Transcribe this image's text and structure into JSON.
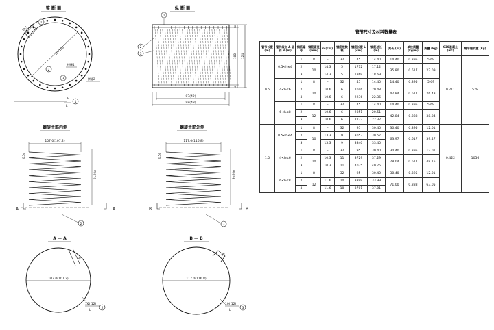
{
  "titles": {
    "plan": "整 断 面",
    "elevation": "纵 断 面",
    "inner_spiral": "螺旋主筋内侧",
    "outer_spiral": "螺旋主筋外侧",
    "table": "管节尺寸及材料数量表"
  },
  "plan": {
    "dim1": "22.5",
    "dim2": "2.5",
    "diameter": "D=100",
    "note": "拼缝1",
    "bottom_note": "拼缝2",
    "callouts": [
      "1",
      "2",
      "3",
      "B"
    ]
  },
  "elevation": {
    "callouts": [
      "1",
      "2",
      "3"
    ],
    "dim_inner": "92(42)",
    "dim_outer": "98(48)",
    "dims_right": [
      "12",
      "100",
      "124",
      "12"
    ]
  },
  "spirals": {
    "inner": {
      "width": "107.0(107.2)",
      "pitch": "0.5e",
      "height": "9=20e",
      "section": "A",
      "callout": "2"
    },
    "outer": {
      "width": "117.0(116.8)",
      "pitch": "0.5e",
      "height": "9=20e",
      "section": "B",
      "callout": "3"
    }
  },
  "sections": {
    "a": {
      "title": "A — A",
      "diameter": "107.0(107.2)",
      "overlap": "35",
      "label": "10( 12)",
      "sub": "L",
      "callout": "2"
    },
    "b": {
      "title": "B — B",
      "diameter": "117.0(116.8)",
      "overlap": "15",
      "label": "10( 12)",
      "sub": "L",
      "callout": "3"
    }
  },
  "table": {
    "headers": [
      "管节长度 (m)",
      "管节级别 A 级别 B (m)",
      "钢筋编号",
      "钢筋直径 (mm)",
      "n (cm)",
      "钢筋根数 根",
      "钢筋长度 L (cm)",
      "钢筋总长 (m)",
      "共长 (m)",
      "单位质量 (kg/m)",
      "质量 (kg)",
      "C30混凝土 (m³)",
      "每节管节重 (kg)"
    ],
    "groups": [
      {
        "length": "0.5",
        "concrete": "0.211",
        "weight": "528",
        "classes": [
          {
            "name": "0.5<h≤4",
            "rows": [
              {
                "no": "1",
                "dia": "8",
                "n": "–",
                "cnt": "32",
                "len": "45",
                "tot": "14.40"
              },
              {
                "no": "2",
                "dia": "10",
                "n": "14.3",
                "cnt": "5",
                "len": "1712",
                "tot": "17.12"
              },
              {
                "no": "3",
                "dia": "10",
                "n": "14.3",
                "cnt": "5",
                "len": "1869",
                "tot": "18.69"
              }
            ],
            "sums": [
              {
                "len": "14.40",
                "mass": "0.395",
                "kg": "5.69"
              },
              {
                "len": "35.80",
                "mass": "0.617",
                "kg": "22.09"
              }
            ]
          },
          {
            "name": "4<h≤6",
            "rows": [
              {
                "no": "1",
                "dia": "8",
                "n": "–",
                "cnt": "32",
                "len": "45",
                "tot": "14.40"
              },
              {
                "no": "2",
                "dia": "10",
                "n": "10.6",
                "cnt": "6",
                "len": "2046",
                "tot": "20.48"
              },
              {
                "no": "3",
                "dia": "10",
                "n": "10.6",
                "cnt": "6",
                "len": "2236",
                "tot": "22.36"
              }
            ],
            "sums": [
              {
                "len": "14.40",
                "mass": "0.395",
                "kg": "5.69"
              },
              {
                "len": "42.84",
                "mass": "0.617",
                "kg": "26.43"
              }
            ]
          },
          {
            "name": "6<h≤8",
            "rows": [
              {
                "no": "1",
                "dia": "8",
                "n": "–",
                "cnt": "32",
                "len": "45",
                "tot": "14.40"
              },
              {
                "no": "2",
                "dia": "12",
                "n": "10.6",
                "cnt": "6",
                "len": "2051",
                "tot": "20.51"
              },
              {
                "no": "3",
                "dia": "12",
                "n": "10.6",
                "cnt": "6",
                "len": "2232",
                "tot": "22.32"
              }
            ],
            "sums": [
              {
                "len": "14.40",
                "mass": "0.395",
                "kg": "5.69"
              },
              {
                "len": "42.84",
                "mass": "0.888",
                "kg": "38.04"
              }
            ]
          }
        ]
      },
      {
        "length": "1.0",
        "concrete": "0.422",
        "weight": "1056",
        "classes": [
          {
            "name": "0.5<h≤4",
            "rows": [
              {
                "no": "1",
                "dia": "8",
                "n": "–",
                "cnt": "32",
                "len": "95",
                "tot": "30.40"
              },
              {
                "no": "2",
                "dia": "10",
                "n": "13.3",
                "cnt": "9",
                "len": "3057",
                "tot": "30.57"
              },
              {
                "no": "3",
                "dia": "10",
                "n": "13.3",
                "cnt": "9",
                "len": "3340",
                "tot": "33.40"
              }
            ],
            "sums": [
              {
                "len": "30.40",
                "mass": "0.395",
                "kg": "12.01"
              },
              {
                "len": "63.97",
                "mass": "0.617",
                "kg": "39.47"
              }
            ]
          },
          {
            "name": "4<h≤6",
            "rows": [
              {
                "no": "1",
                "dia": "8",
                "n": "–",
                "cnt": "32",
                "len": "95",
                "tot": "30.40"
              },
              {
                "no": "2",
                "dia": "10",
                "n": "10.3",
                "cnt": "11",
                "len": "3729",
                "tot": "37.29"
              },
              {
                "no": "3",
                "dia": "10",
                "n": "10.3",
                "cnt": "11",
                "len": "4075",
                "tot": "40.75"
              }
            ],
            "sums": [
              {
                "len": "30.40",
                "mass": "0.395",
                "kg": "12.01"
              },
              {
                "len": "78.04",
                "mass": "0.617",
                "kg": "48.15"
              }
            ]
          },
          {
            "name": "6<h≤8",
            "rows": [
              {
                "no": "1",
                "dia": "8",
                "n": "–",
                "cnt": "32",
                "len": "95",
                "tot": "30.40"
              },
              {
                "no": "2",
                "dia": "12",
                "n": "11.6",
                "cnt": "10",
                "len": "3399",
                "tot": "33.99"
              },
              {
                "no": "3",
                "dia": "12",
                "n": "11.6",
                "cnt": "10",
                "len": "3701",
                "tot": "37.01"
              }
            ],
            "sums": [
              {
                "len": "30.40",
                "mass": "0.395",
                "kg": "12.01"
              },
              {
                "len": "71.00",
                "mass": "0.888",
                "kg": "63.05"
              }
            ]
          }
        ]
      }
    ]
  }
}
